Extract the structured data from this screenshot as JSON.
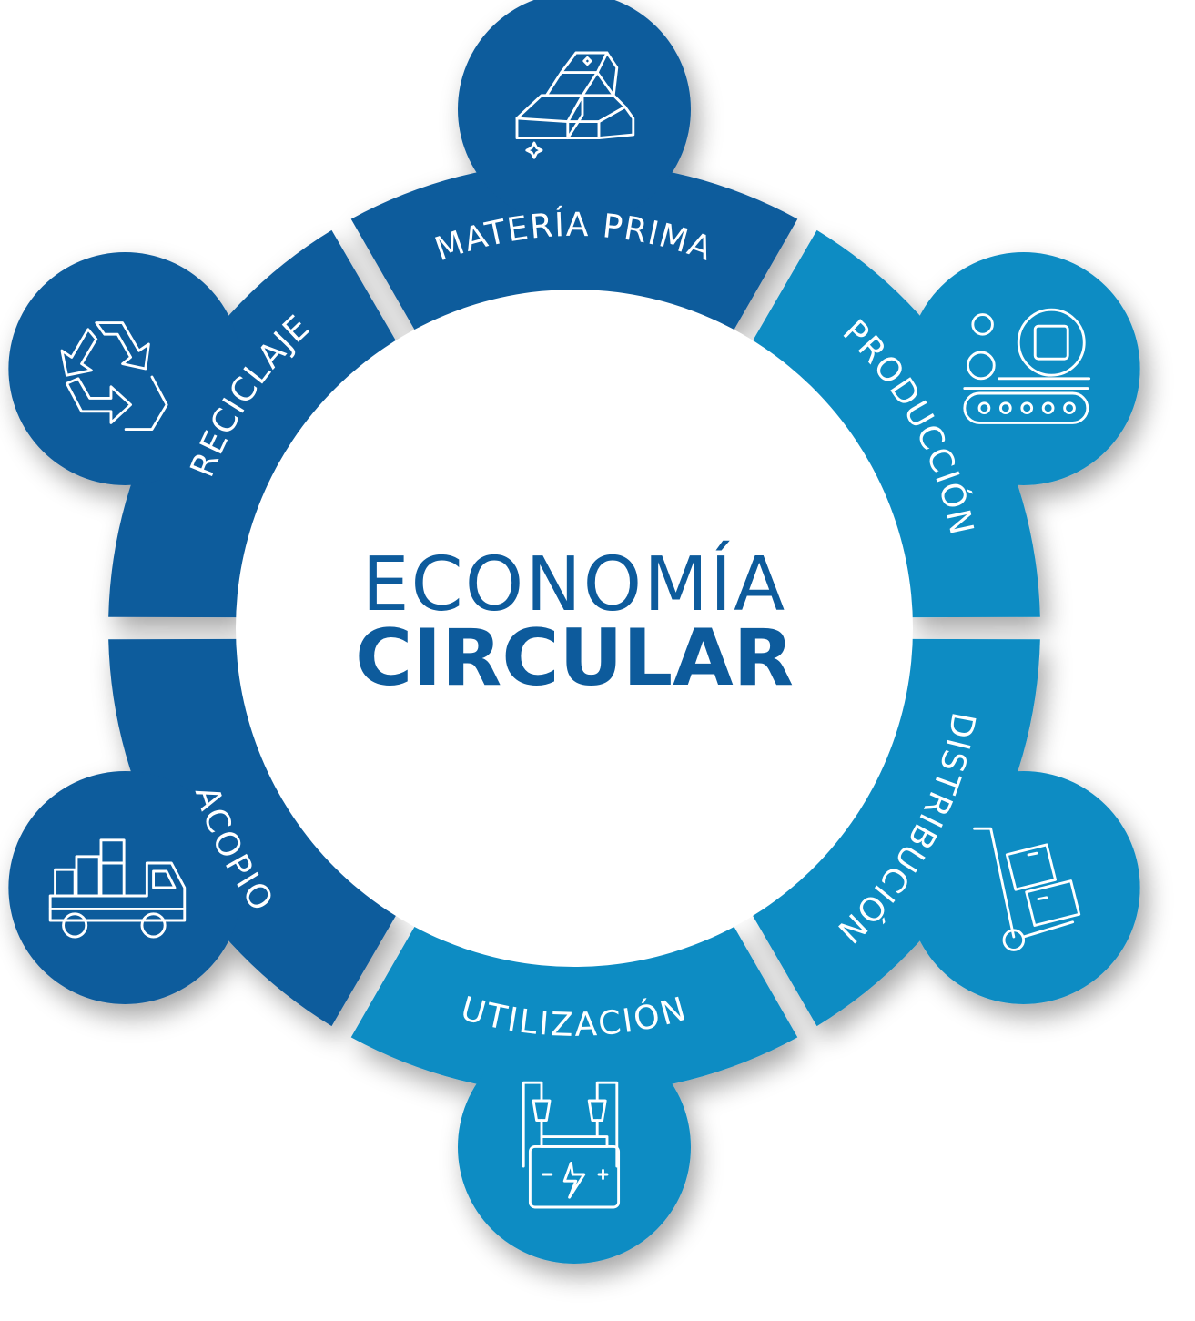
{
  "title": {
    "line1": "ECONOMÍA",
    "line2": "CIRCULAR"
  },
  "colors": {
    "dark": "#0d5b9c",
    "light": "#0b8cc3",
    "center_text": "#0d5b9c"
  },
  "stages": [
    {
      "label": "MATERÍA PRIMA",
      "icon": "gold-bars-icon",
      "tone": "dark"
    },
    {
      "label": "PRODUCCIÓN",
      "icon": "factory-conveyor-icon",
      "tone": "light"
    },
    {
      "label": "DISTRIBUCIÓN",
      "icon": "hand-truck-icon",
      "tone": "light"
    },
    {
      "label": "UTILIZACIÓN",
      "icon": "car-battery-icon",
      "tone": "light"
    },
    {
      "label": "ACOPIO",
      "icon": "delivery-truck-icon",
      "tone": "dark"
    },
    {
      "label": "RECICLAJE",
      "icon": "recycle-icon",
      "tone": "dark"
    }
  ]
}
